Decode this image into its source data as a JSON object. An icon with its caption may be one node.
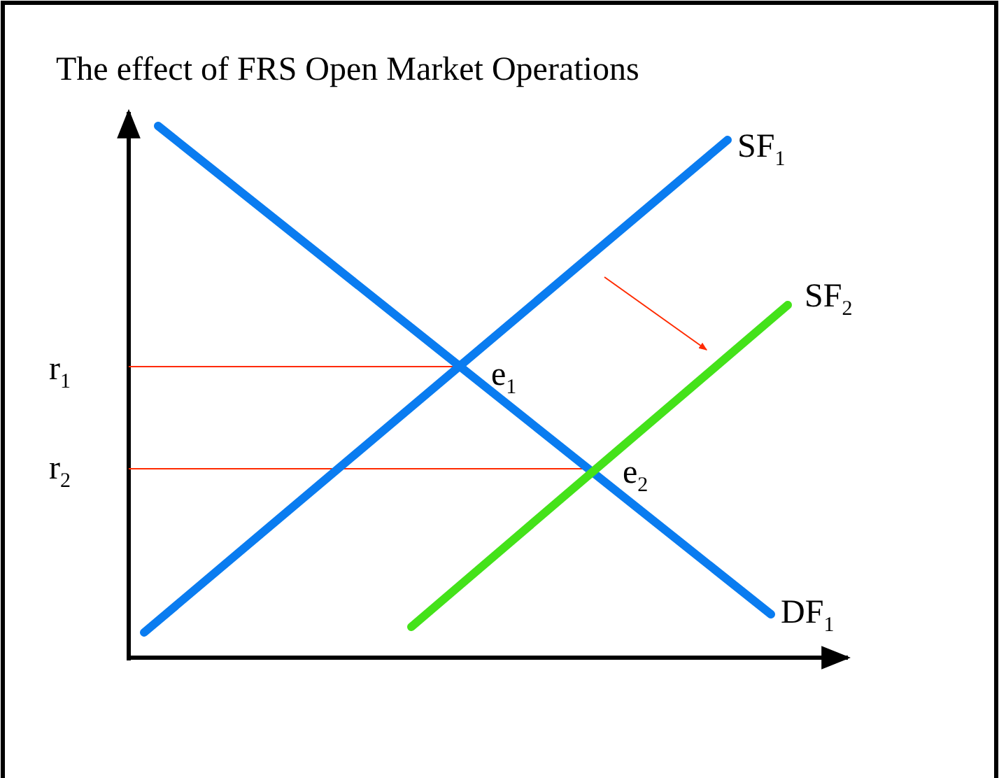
{
  "diagram": {
    "title": "The effect of FRS Open Market Operations",
    "labels": [
      "SF$_{1}$",
      "SF$_{2}$",
      "r$_{1}$",
      "e$_{1}$",
      "r$_{2}$",
      "e$_{2}$",
      "DF$_{1}$"
    ]
  }
}
